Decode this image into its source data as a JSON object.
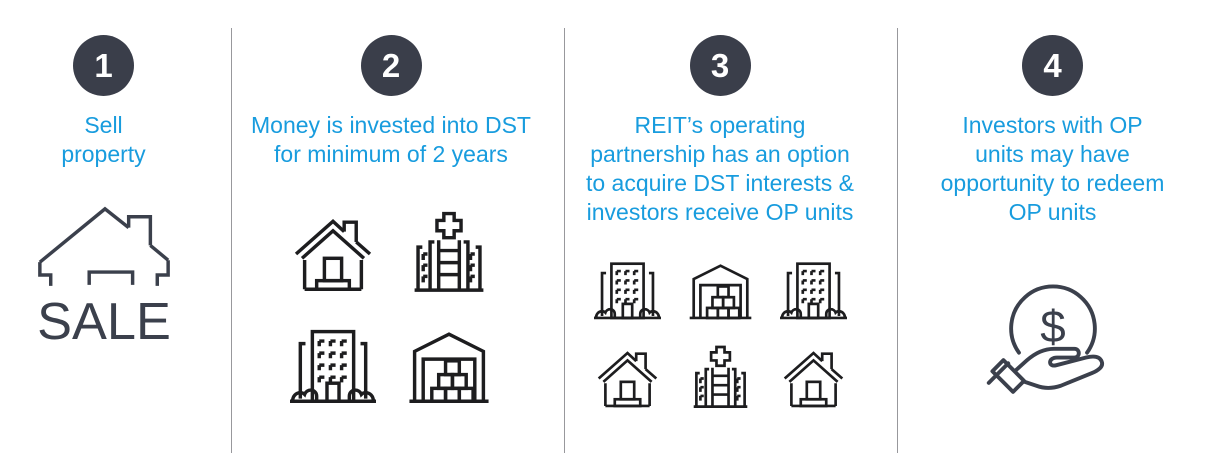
{
  "colors": {
    "accent_blue": "#189CDE",
    "step_circle": "#3A3E4A",
    "icon_black": "#1D1D1F",
    "icon_slate": "#3B404C",
    "divider": "#98989C"
  },
  "steps": [
    {
      "number": "1",
      "heading_lines": [
        "Sell",
        "property"
      ],
      "icons": [
        "house-for-sale"
      ],
      "icon_text": "SALE"
    },
    {
      "number": "2",
      "heading_lines": [
        "Money is invested into DST",
        "for minimum of 2 years"
      ],
      "icons": [
        "house",
        "hospital",
        "office-building",
        "warehouse"
      ]
    },
    {
      "number": "3",
      "heading_lines": [
        "REIT’s operating",
        "partnership has an option",
        "to acquire DST interests &",
        "investors receive OP units"
      ],
      "icons": [
        "office-building",
        "warehouse",
        "office-building",
        "house",
        "hospital",
        "house"
      ]
    },
    {
      "number": "4",
      "heading_lines": [
        "Investors with OP",
        "units may have",
        "opportunity to redeem",
        "OP units"
      ],
      "icons": [
        "hand-holding-dollar-coin"
      ],
      "icon_text": "$"
    }
  ]
}
